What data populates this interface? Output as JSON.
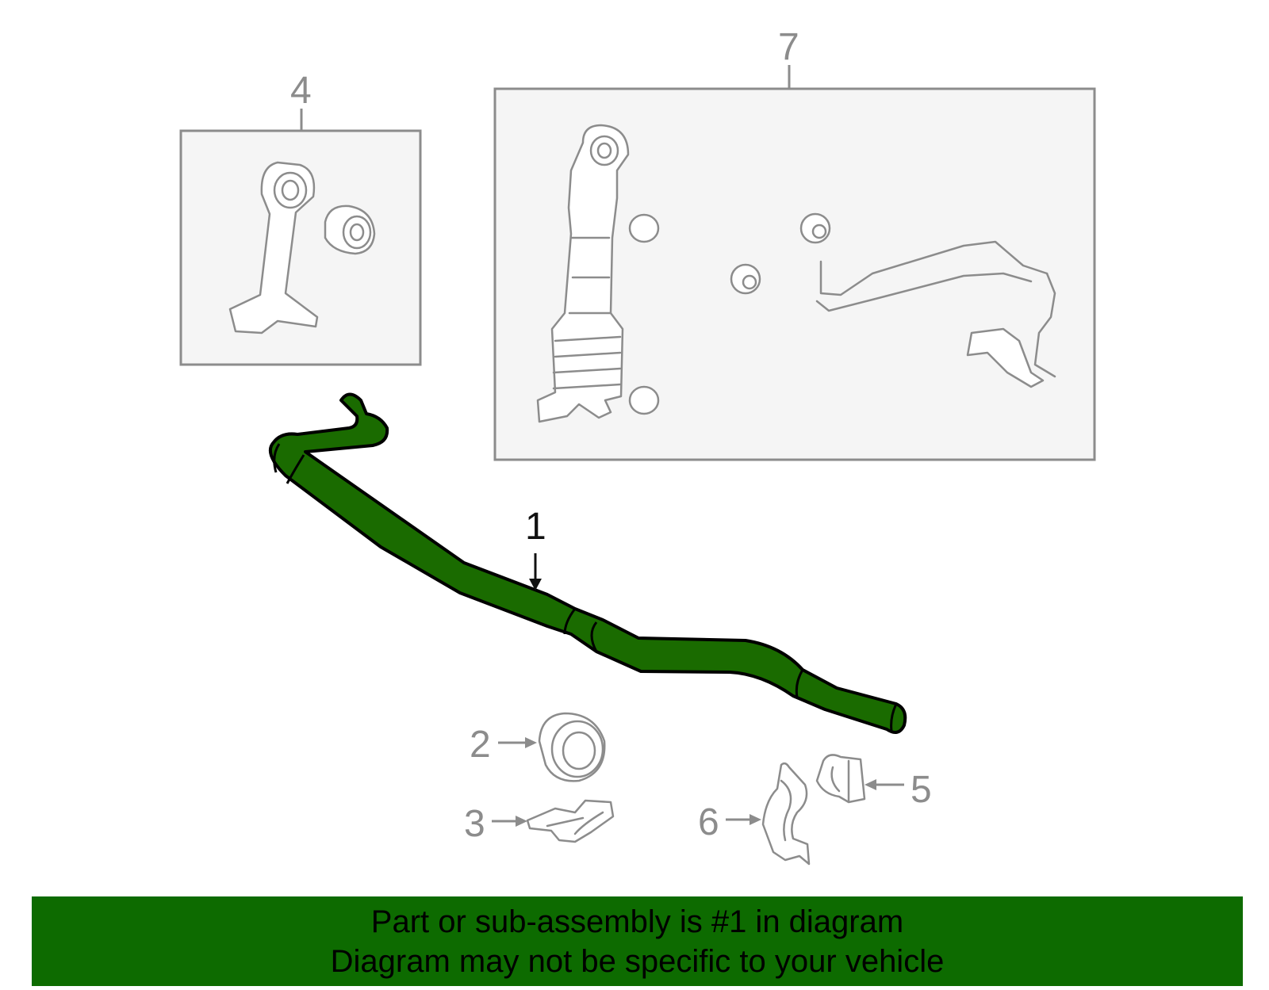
{
  "callouts": {
    "c1": "1",
    "c2": "2",
    "c3": "3",
    "c4": "4",
    "c5": "5",
    "c6": "6",
    "c7": "7"
  },
  "banner": {
    "line1": "Part or sub-assembly is #1 in diagram",
    "line2": "Diagram may not be specific to your vehicle"
  },
  "colors": {
    "highlight_part": "#1a6b00",
    "banner_bg": "#0d6b00",
    "line_art": "#8c8c8c"
  }
}
